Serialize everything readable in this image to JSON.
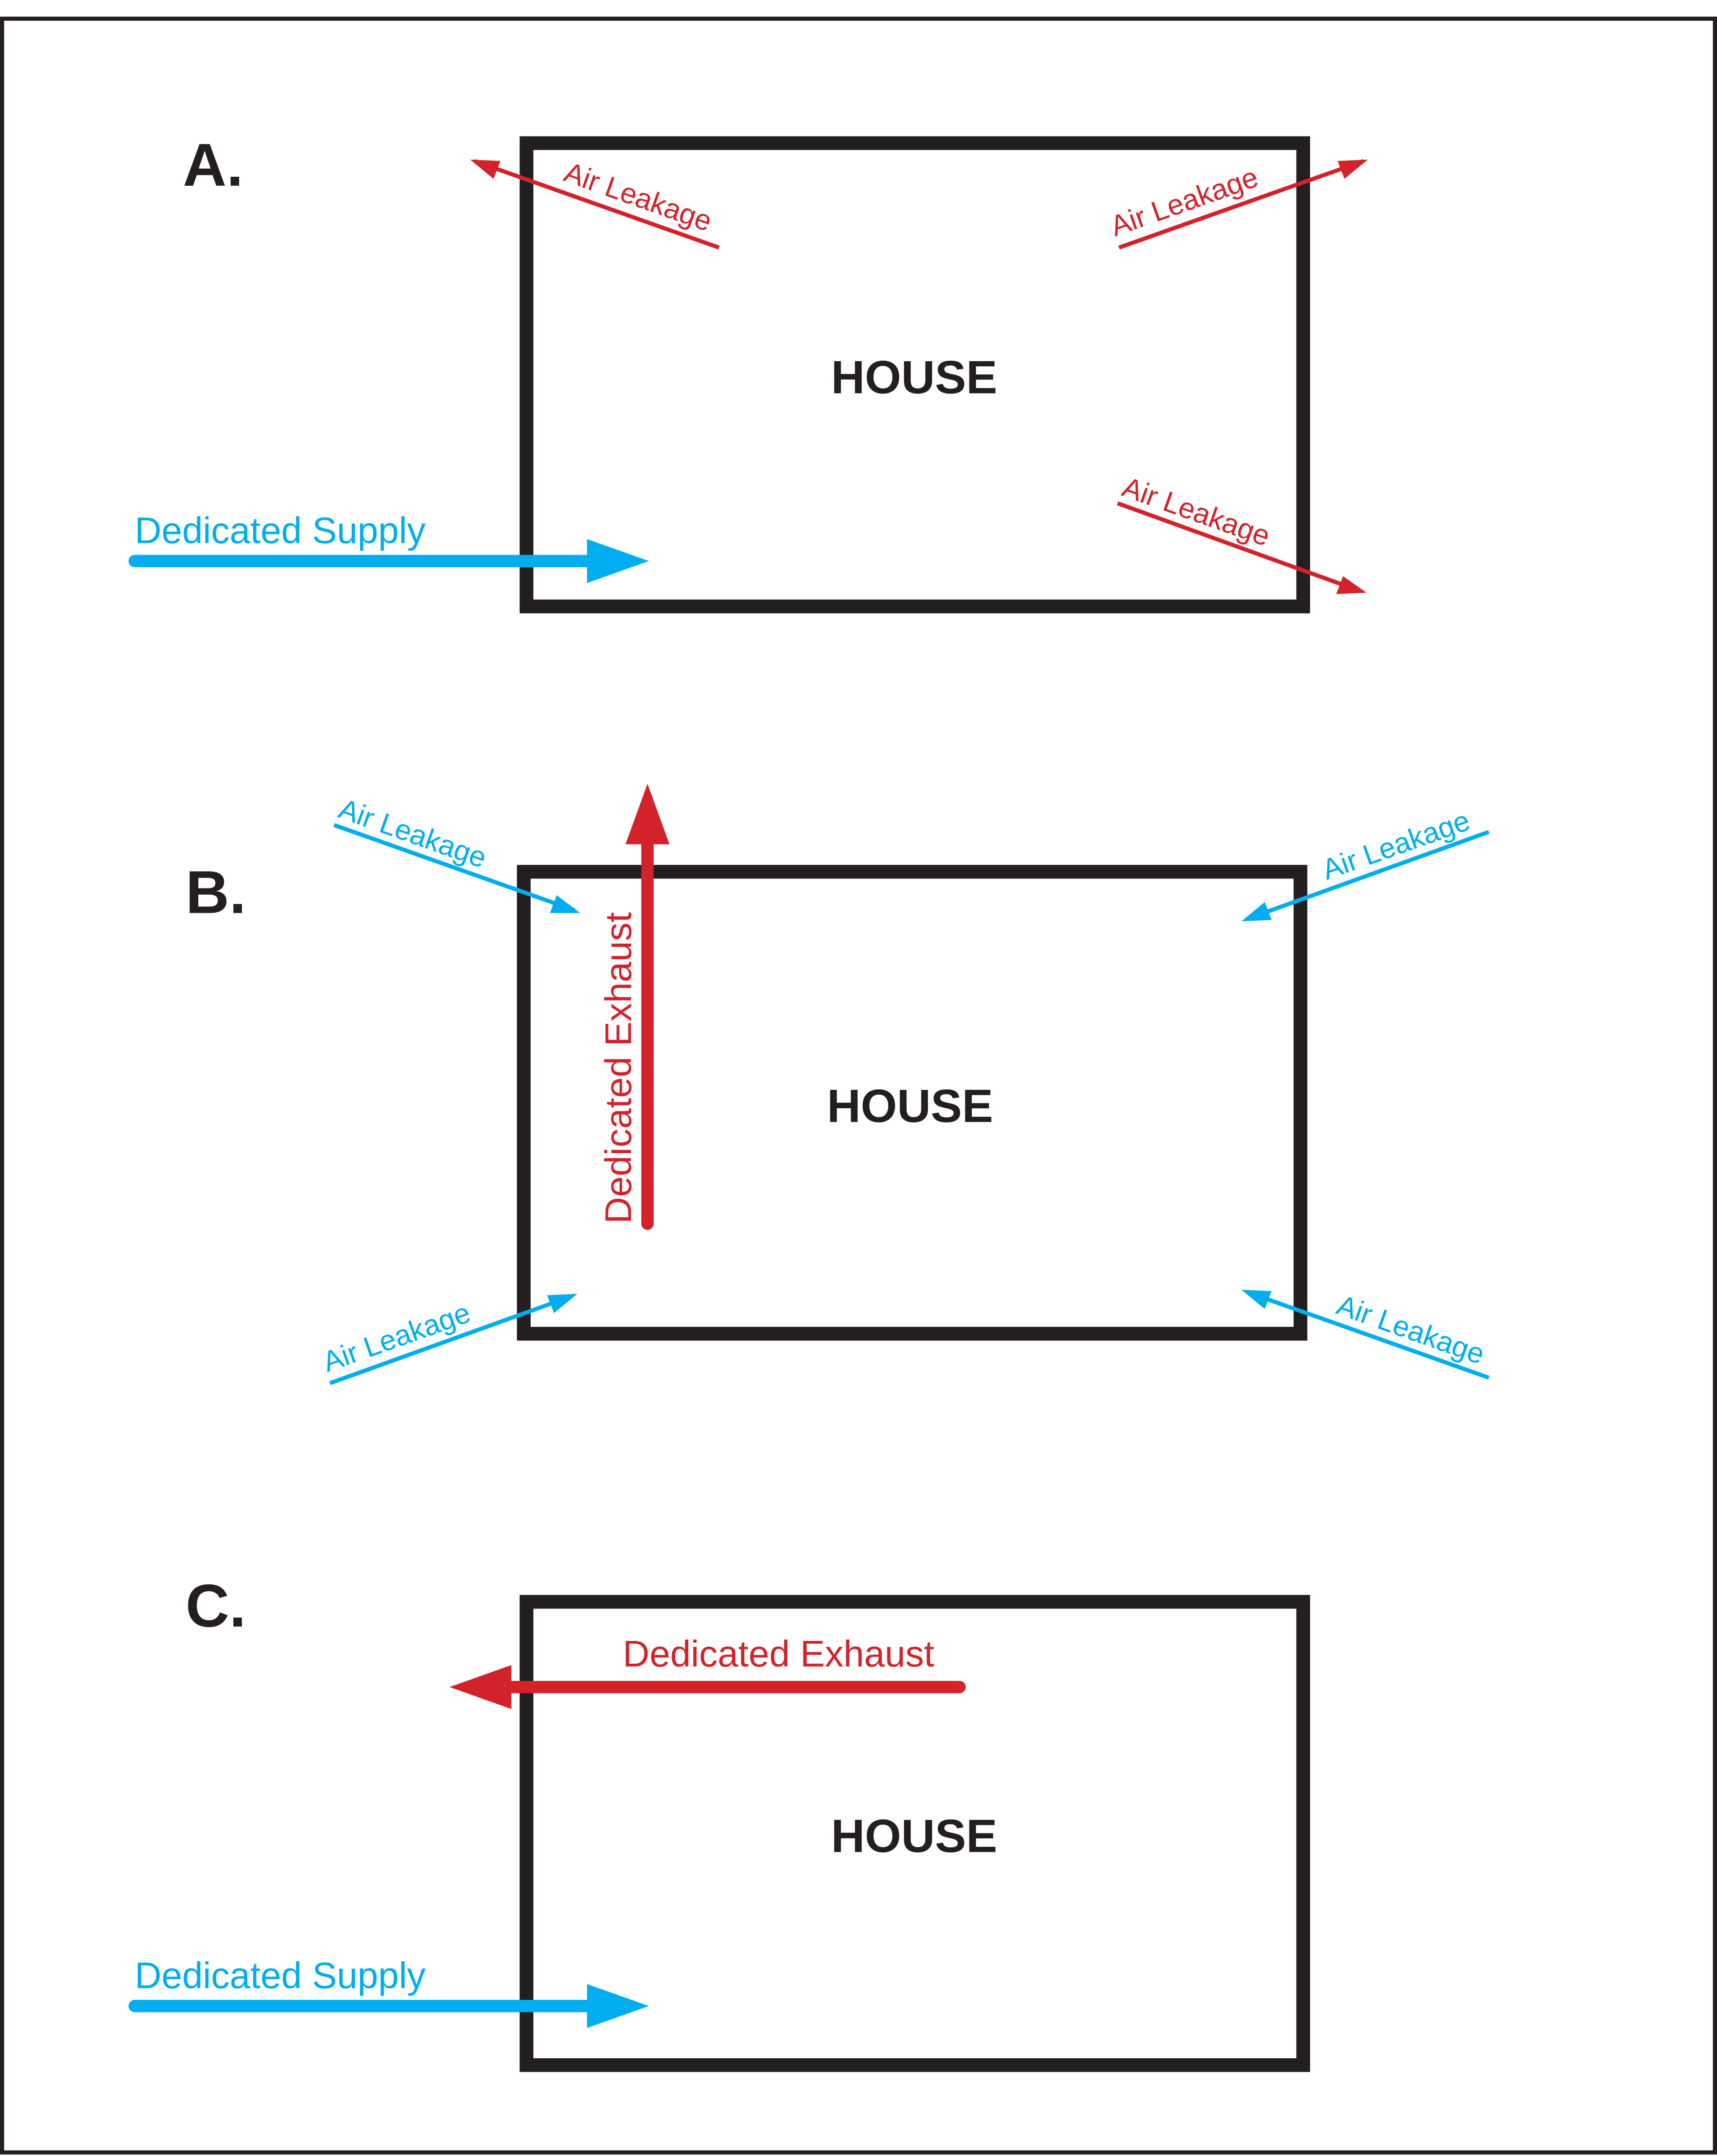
{
  "colors": {
    "frame": "#231f20",
    "supply": "#00aeef",
    "exhaust": "#d2232a",
    "text": "#231f20"
  },
  "panels": [
    {
      "id": "A",
      "letter": "A.",
      "house_label": "HOUSE",
      "supply_label": "Dedicated Supply",
      "leakage_labels": [
        "Air Leakage",
        "Air Leakage",
        "Air Leakage"
      ]
    },
    {
      "id": "B",
      "letter": "B.",
      "house_label": "HOUSE",
      "exhaust_label": "Dedicated Exhaust",
      "leakage_labels": [
        "Air Leakage",
        "Air Leakage",
        "Air Leakage",
        "Air Leakage"
      ]
    },
    {
      "id": "C",
      "letter": "C.",
      "house_label": "HOUSE",
      "exhaust_label": "Dedicated Exhaust",
      "supply_label": "Dedicated Supply"
    }
  ]
}
